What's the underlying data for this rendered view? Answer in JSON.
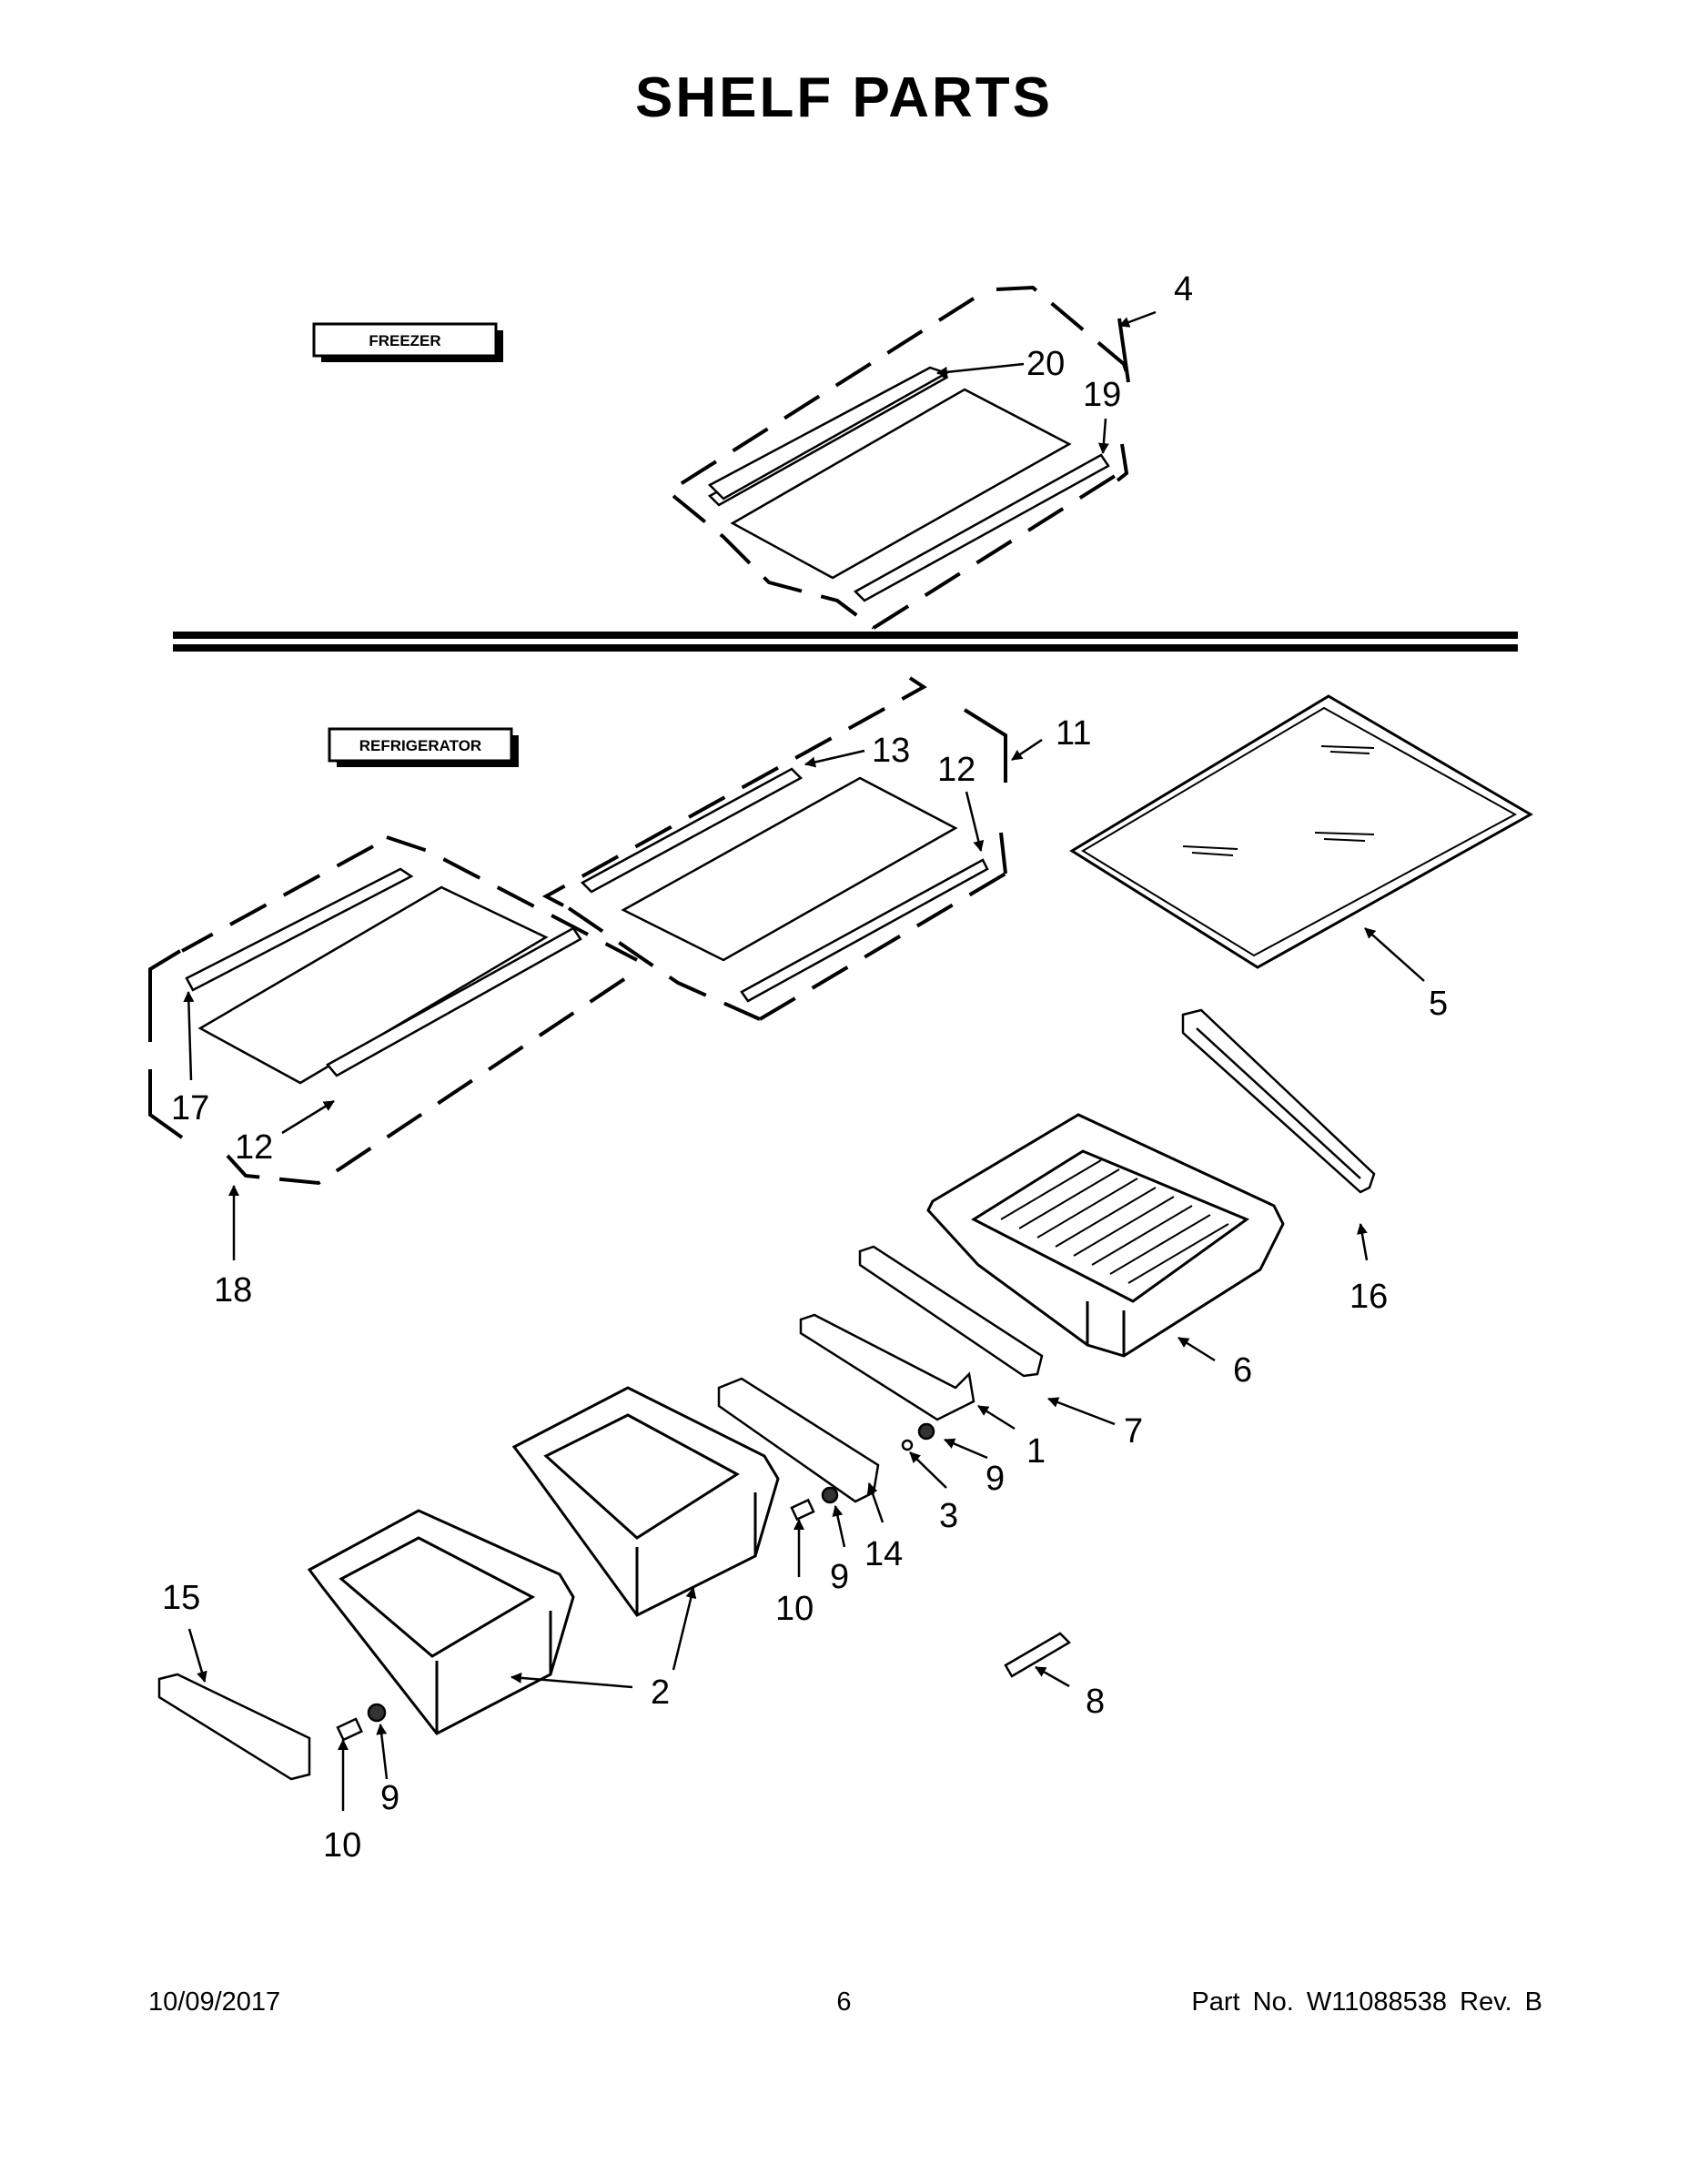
{
  "page": {
    "title": "SHELF PARTS",
    "date": "10/09/2017",
    "page_number": "6",
    "part_info": "Part No.  W11088538  Rev.  B"
  },
  "sections": {
    "freezer": "FREEZER",
    "refrigerator": "REFRIGERATOR"
  },
  "callouts": {
    "c4": "4",
    "c20": "20",
    "c19": "19",
    "c13": "13",
    "c11": "11",
    "c12a": "12",
    "c5": "5",
    "c17": "17",
    "c12b": "12",
    "c18": "18",
    "c16": "16",
    "c6": "6",
    "c7": "7",
    "c1": "1",
    "c9a": "9",
    "c3": "3",
    "c14": "14",
    "c9b": "9",
    "c10a": "10",
    "c2": "2",
    "c15": "15",
    "c9c": "9",
    "c10b": "10",
    "c8": "8"
  }
}
